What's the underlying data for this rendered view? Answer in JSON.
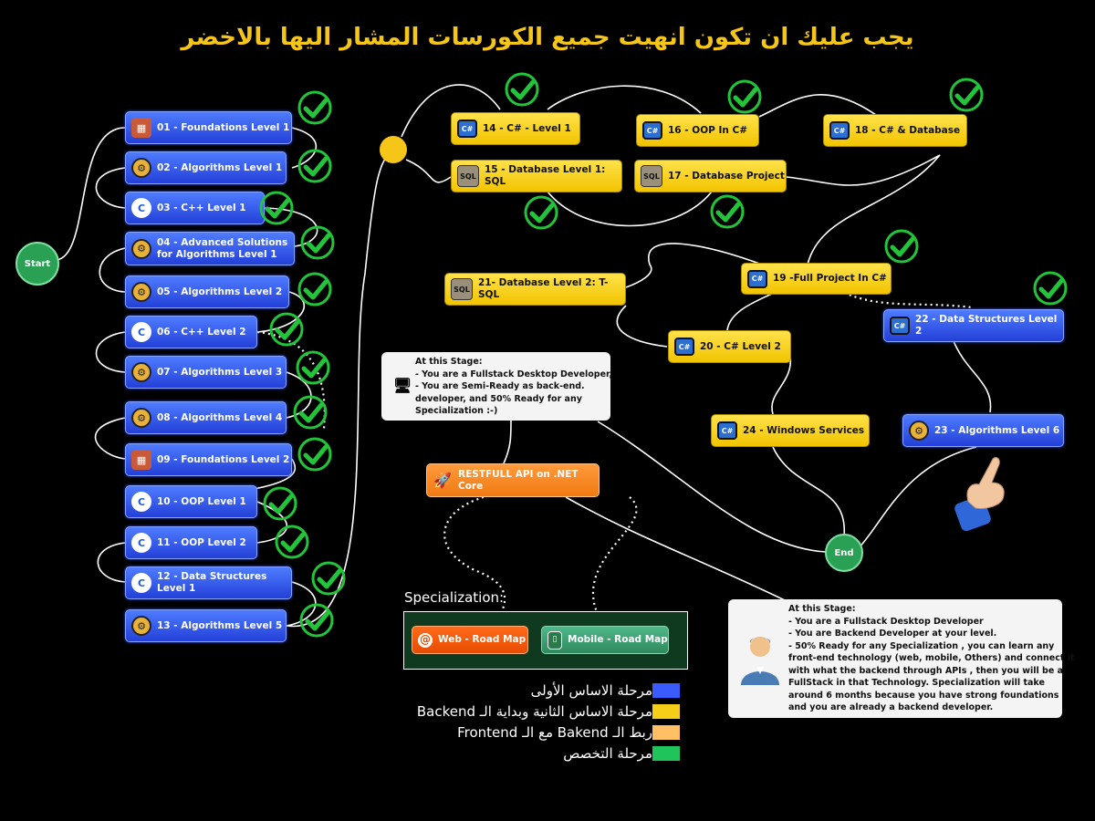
{
  "title": "يجب عليك ان تكون انهيت جميع الكورسات المشار اليها بالاخضر",
  "start_label": "Start",
  "end_label": "End",
  "colors": {
    "foundation_blue": "#3a5cff",
    "backend_yellow": "#f5cf17",
    "frontend_orange": "#ffbf64",
    "specialization_green": "#1fc45b",
    "check_green": "#22c43a"
  },
  "courses": {
    "c01": "01 - Foundations Level 1",
    "c02": "02 - Algorithms Level 1",
    "c03": "03 - C++ Level 1",
    "c04a": "04 - Advanced Solutions",
    "c04b": "for Algorithms Level 1",
    "c05": "05 - Algorithms  Level 2",
    "c06": "06 - C++ Level 2",
    "c07": "07 - Algorithms Level 3",
    "c08": "08 - Algorithms Level 4",
    "c09": "09 - Foundations Level 2",
    "c10": "10 - OOP Level 1",
    "c11": "11 - OOP Level 2",
    "c12": "12 - Data Structures Level 1",
    "c13": "13 - Algorithms Level 5",
    "c14": "14 - C# - Level 1",
    "c15": "15 - Database Level 1: SQL",
    "c16": "16 - OOP In C#",
    "c17": "17 - Database Project",
    "c18": "18 - C# & Database",
    "c19": "19 -Full Project In C#",
    "c20": "20 - C# Level 2",
    "c21": "21- Database Level 2: T-SQL",
    "c22": "22 - Data Structures Level 2",
    "c23": "23 - Algorithms Level 6",
    "c24": "24 - Windows Services",
    "restfull": "RESTFULL API on .NET Core",
    "web": "Web - Road Map",
    "mobile": "Mobile - Road Map"
  },
  "icons": {
    "foundations": "brick-icon",
    "algorithms": "circuit-chip-icon",
    "cpp": "cpp-icon",
    "csharp": "csharp-icon",
    "database": "sql-database-icon",
    "api": "rocket-icon",
    "web": "at-sign-icon",
    "mobile": "mobile-phone-icon",
    "desktop": "desktop-dev-icon",
    "person": "person-avatar-icon",
    "pointer": "pointing-hand-icon",
    "completed": "check-icon"
  },
  "notes": {
    "stage1": {
      "heading": "At this Stage:",
      "lines": [
        "- You are a Fullstack Desktop Developer,",
        "- You are Semi-Ready as back-end.",
        "developer, and 50% Ready for any",
        "Specialization :-)"
      ]
    },
    "stage2": {
      "heading": "At this Stage:",
      "lines": [
        "- You are a Fullstack Desktop Developer",
        "- You are Backend Developer at your level.",
        "- 50% Ready for any Specialization , you can learn any",
        "front-end technology (web, mobile, Others) and connect it",
        "with what the backend through APIs , then you will be a",
        "FullStack in that Technology. Specialization will take",
        "around 6 months because you have strong foundations",
        "and you are already a backend developer."
      ]
    }
  },
  "specialization_label": "Specialization:",
  "legend": [
    {
      "text": "مرحلة الاساس الأولى",
      "color": "#3a5cff"
    },
    {
      "text": "مرحلة الاساس الثانية وبداية الـ Backend",
      "color": "#f5cf17"
    },
    {
      "text": "ربط الـ Bakend مع الـ Frontend",
      "color": "#ffbf64"
    },
    {
      "text": "مرحلة التخصص",
      "color": "#1fc45b"
    }
  ]
}
